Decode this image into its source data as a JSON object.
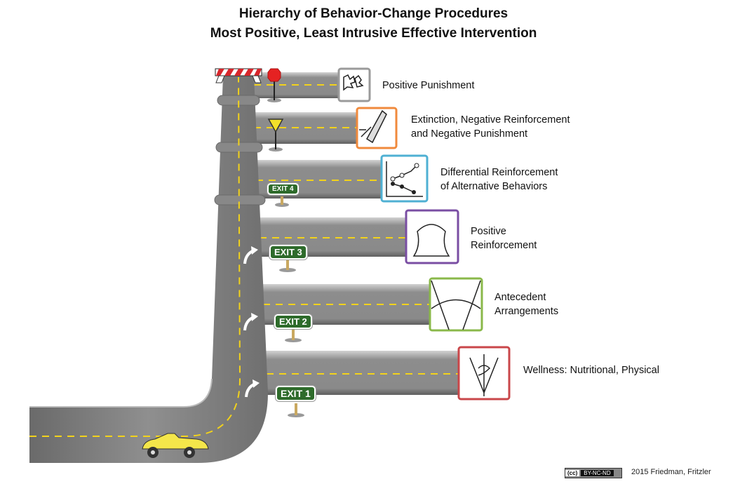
{
  "title": {
    "line1": "Hierarchy of Behavior-Change Procedures",
    "line2": "Most Positive, Least Intrusive Effective Intervention"
  },
  "procedures": [
    {
      "label_lines": [
        "Positive Punishment"
      ],
      "icon": "scribble-punishment-icon",
      "color": "#9a9a9a"
    },
    {
      "label_lines": [
        "Extinction, Negative Reinforcement",
        "and Negative Punishment"
      ],
      "icon": "eraser-icon",
      "color": "#f08a3c"
    },
    {
      "label_lines": [
        "Differential Reinforcement",
        "of Alternative Behaviors"
      ],
      "icon": "line-graph-icon",
      "color": "#4fb0d3"
    },
    {
      "label_lines": [
        "Positive",
        "Reinforcement"
      ],
      "icon": "hand-reward-icon",
      "color": "#7a4ea3"
    },
    {
      "label_lines": [
        "Antecedent",
        "Arrangements"
      ],
      "icon": "stage-curtain-icon",
      "color": "#8ab84a"
    },
    {
      "label_lines": [
        "Wellness: Nutritional, Physical"
      ],
      "icon": "caduceus-v-icon",
      "color": "#c9474a"
    }
  ],
  "exits": [
    "EXIT 4",
    "EXIT 3",
    "EXIT 2",
    "EXIT 1"
  ],
  "signs": {
    "stop": "stop-sign",
    "yield": "yield-sign"
  },
  "footer": {
    "license": "(cc) BY-NC-ND",
    "license_cc": "(cc)",
    "license_terms": "BY-NC-ND",
    "credit": "2015 Friedman, Fritzler"
  }
}
